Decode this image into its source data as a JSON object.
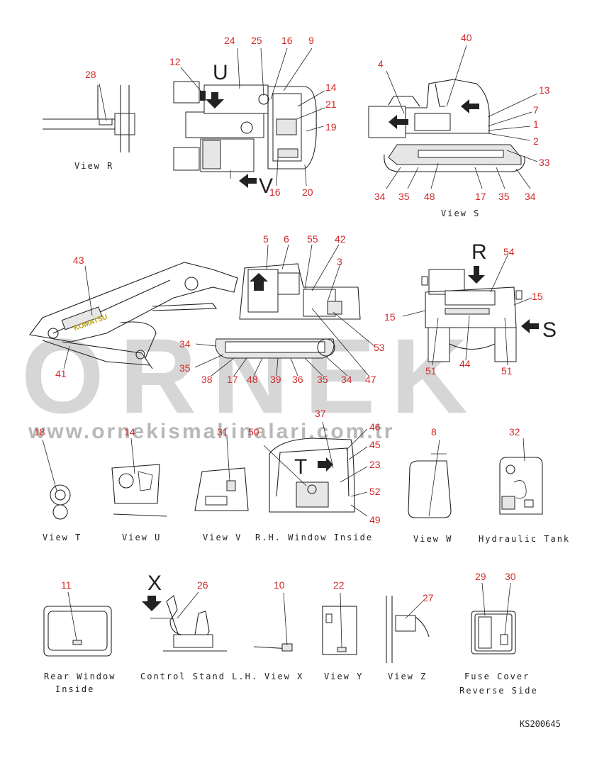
{
  "watermark": {
    "brand": "ORNEK",
    "url": "www.ornekismakinalari.com.tr"
  },
  "drawing_code": "KS200645",
  "view_letters": {
    "u": "U",
    "v": "V",
    "r": "R",
    "s": "S",
    "t": "T",
    "x": "X"
  },
  "captions": {
    "view_r": "View R",
    "view_s": "View S",
    "view_t": "View T",
    "view_u": "View U",
    "view_v": "View V",
    "rh_window": "R.H. Window Inside",
    "view_w": "View W",
    "hydraulic_tank": "Hydraulic Tank",
    "rear_window_1": "Rear Window",
    "rear_window_2": "Inside",
    "control_stand": "Control Stand L.H.",
    "view_x": "View X",
    "view_y": "View Y",
    "view_z": "View Z",
    "fuse_cover_1": "Fuse Cover",
    "fuse_cover_2": "Reverse Side"
  },
  "callouts": {
    "top_view": [
      "24",
      "25",
      "16",
      "9",
      "12",
      "14",
      "21",
      "19",
      "16",
      "20"
    ],
    "view_r": [
      "28"
    ],
    "view_s": [
      "40",
      "4",
      "13",
      "7",
      "1",
      "2",
      "33",
      "34",
      "35",
      "48",
      "17",
      "35",
      "34"
    ],
    "side_view": [
      "5",
      "6",
      "55",
      "42",
      "43",
      "3",
      "34",
      "35",
      "38",
      "17",
      "48",
      "39",
      "36",
      "35",
      "34",
      "47",
      "53",
      "41"
    ],
    "rear_view": [
      "54",
      "15",
      "15",
      "44",
      "51",
      "51"
    ],
    "view_t": [
      "18"
    ],
    "view_u": [
      "14"
    ],
    "view_v": [
      "31"
    ],
    "rh_window": [
      "37",
      "50",
      "46",
      "45",
      "23",
      "52",
      "49"
    ],
    "view_w": [
      "8"
    ],
    "hydraulic_tank": [
      "32"
    ],
    "rear_window": [
      "11"
    ],
    "control_stand": [
      "26"
    ],
    "view_x": [
      "10"
    ],
    "view_y": [
      "22"
    ],
    "view_z": [
      "27"
    ],
    "fuse_cover": [
      "29",
      "30"
    ]
  },
  "decal_text": {
    "boom_brand": "KOMATSU"
  },
  "colors": {
    "callout": "#d12a2a",
    "line": "#222222",
    "watermark": "#d6d6d6"
  }
}
